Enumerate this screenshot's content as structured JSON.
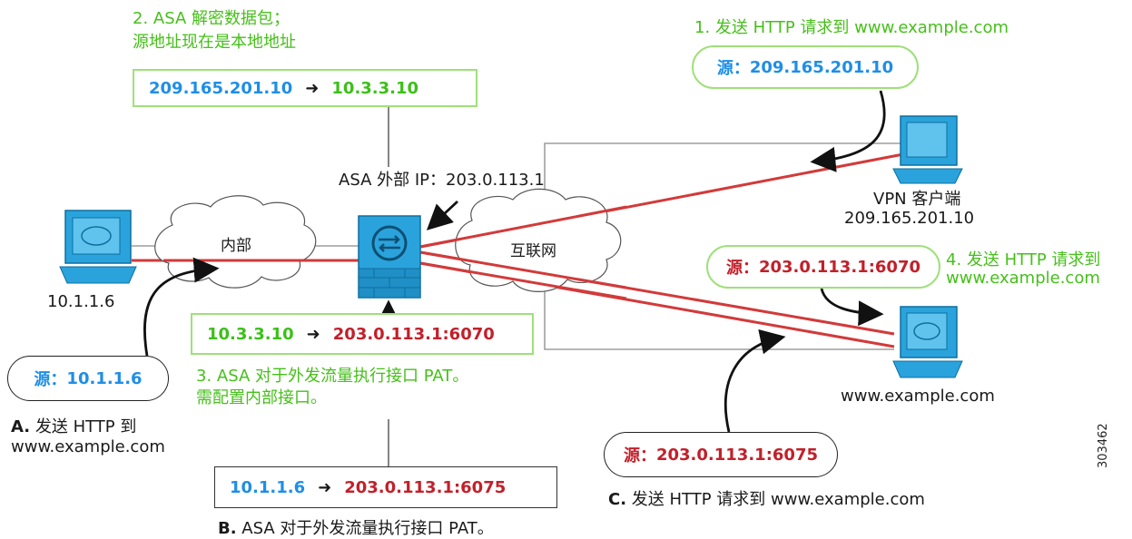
{
  "labels": {
    "asa_outside_ip": "ASA 外部 IP：203.0.113.1",
    "inside_cloud": "内部",
    "internet_cloud": "互联网",
    "inside_host_ip": "10.1.1.6",
    "vpn_client_name": "VPN 客户端",
    "vpn_client_ip": "209.165.201.10",
    "web_server_name": "www.example.com",
    "figure_id": "303462"
  },
  "step1": {
    "text": "1. 发送 HTTP 请求到 www.example.com",
    "bubble_prefix": "源：",
    "bubble_ip": "209.165.201.10"
  },
  "step2": {
    "line1": "2. ASA 解密数据包；",
    "line2": "源地址现在是本地地址",
    "from": "209.165.201.10",
    "arrow": "➜",
    "to": "10.3.3.10"
  },
  "step3": {
    "line1": "3. ASA 对于外发流量执行接口 PAT。",
    "line2": "需配置内部接口。",
    "from": "10.3.3.10",
    "arrow": "➜",
    "to": "203.0.113.1:6070"
  },
  "step4": {
    "line1": "4. 发送 HTTP 请求到",
    "line2": "www.example.com",
    "bubble_prefix": "源：",
    "bubble_ip": "203.0.113.1:6070"
  },
  "stepA": {
    "letter": "A.",
    "line1": "发送 HTTP 到",
    "line2": "www.example.com",
    "bubble_prefix": "源：",
    "bubble_ip": "10.1.1.6"
  },
  "stepB": {
    "letter": "B.",
    "text": "ASA 对于外发流量执行接口 PAT。",
    "from": "10.1.1.6",
    "arrow": "➜",
    "to": "203.0.113.1:6075"
  },
  "stepC": {
    "letter": "C.",
    "text": "发送 HTTP 请求到 www.example.com",
    "bubble_prefix": "源：",
    "bubble_ip": "203.0.113.1:6075"
  },
  "colors": {
    "green": "#46c01a",
    "blue": "#1f8ee6",
    "red": "#c2202a",
    "device_blue": "#2aa3dc"
  }
}
